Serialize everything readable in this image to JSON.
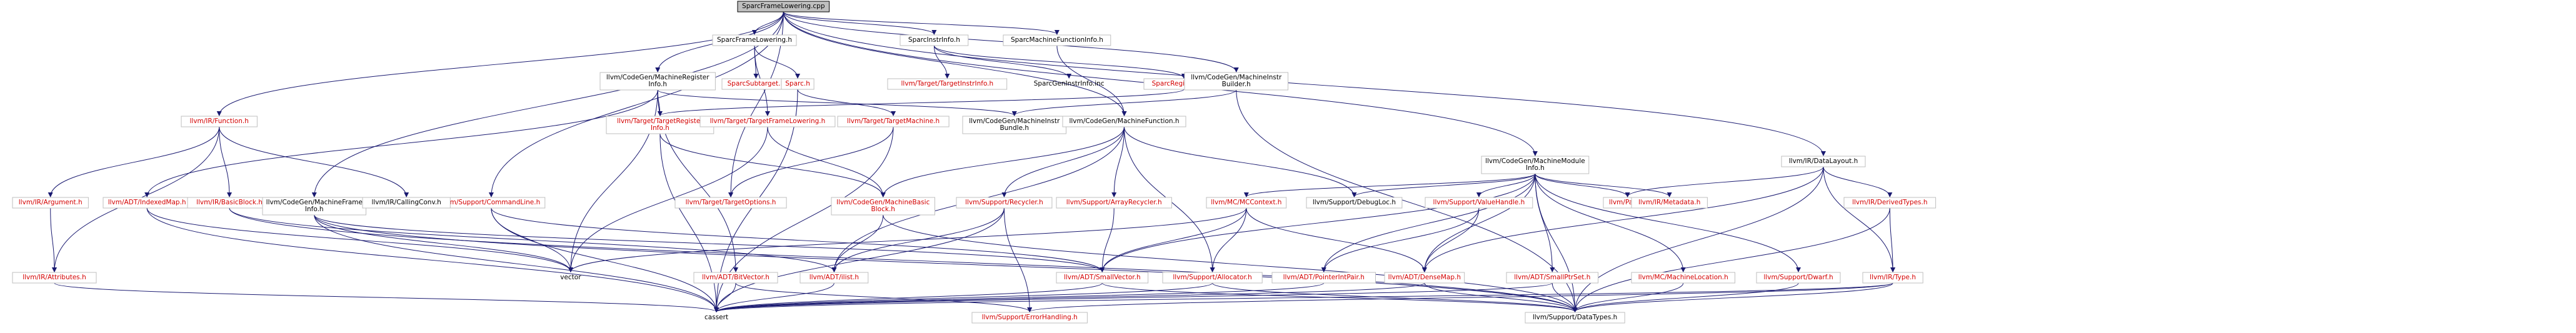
{
  "title": "SparcFrameLowering.cpp",
  "colors": {
    "edge": "#191970",
    "red_text": "#d40000",
    "black_text": "#000000",
    "root_fill": "#bfbfbf",
    "box_border": "#bfbfbf"
  },
  "nodes": [
    {
      "id": "root",
      "lines": [
        "SparcFrameLowering.cpp"
      ],
      "kind": "root"
    },
    {
      "id": "sfl_h",
      "lines": [
        "SparcFrameLowering.h"
      ],
      "kind": "black"
    },
    {
      "id": "sii_h",
      "lines": [
        "SparcInstrInfo.h"
      ],
      "kind": "black"
    },
    {
      "id": "smfi_h",
      "lines": [
        "SparcMachineFunctionInfo.h"
      ],
      "kind": "black"
    },
    {
      "id": "ir_function",
      "lines": [
        "llvm/IR/Function.h"
      ],
      "kind": "red"
    },
    {
      "id": "mri_h",
      "lines": [
        "llvm/CodeGen/MachineRegister",
        "Info.h"
      ],
      "kind": "black"
    },
    {
      "id": "ssubtarget",
      "lines": [
        "SparcSubtarget.h"
      ],
      "kind": "red"
    },
    {
      "id": "sparc_h",
      "lines": [
        "Sparc.h"
      ],
      "kind": "red"
    },
    {
      "id": "target_instrinfo",
      "lines": [
        "llvm/Target/TargetInstrInfo.h"
      ],
      "kind": "red"
    },
    {
      "id": "sgeninstr",
      "lines": [
        "SparcGenInstrInfo.inc"
      ],
      "kind": "plain"
    },
    {
      "id": "sreginfo",
      "lines": [
        "SparcRegisterInfo.h"
      ],
      "kind": "red"
    },
    {
      "id": "mib_h",
      "lines": [
        "llvm/CodeGen/MachineInstr",
        "Builder.h"
      ],
      "kind": "black"
    },
    {
      "id": "mmi_h",
      "lines": [
        "llvm/CodeGen/MachineModule",
        "Info.h"
      ],
      "kind": "black"
    },
    {
      "id": "datalayout",
      "lines": [
        "llvm/IR/DataLayout.h"
      ],
      "kind": "black"
    },
    {
      "id": "ir_argument",
      "lines": [
        "llvm/IR/Argument.h"
      ],
      "kind": "red"
    },
    {
      "id": "indexedmap",
      "lines": [
        "llvm/ADT/IndexedMap.h"
      ],
      "kind": "red"
    },
    {
      "id": "basicblock",
      "lines": [
        "llvm/IR/BasicBlock.h"
      ],
      "kind": "red"
    },
    {
      "id": "mfi_h",
      "lines": [
        "llvm/CodeGen/MachineFrame",
        "Info.h"
      ],
      "kind": "black"
    },
    {
      "id": "commandline",
      "lines": [
        "llvm/Support/CommandLine.h"
      ],
      "kind": "red"
    },
    {
      "id": "callingconv",
      "lines": [
        "llvm/IR/CallingConv.h"
      ],
      "kind": "black"
    },
    {
      "id": "target_reginfo",
      "lines": [
        "llvm/Target/TargetRegister",
        "Info.h"
      ],
      "kind": "red"
    },
    {
      "id": "target_framelowering",
      "lines": [
        "llvm/Target/TargetFrameLowering.h"
      ],
      "kind": "red"
    },
    {
      "id": "target_machine",
      "lines": [
        "llvm/Target/TargetMachine.h"
      ],
      "kind": "red"
    },
    {
      "id": "mib_bundle",
      "lines": [
        "llvm/CodeGen/MachineInstr",
        "Bundle.h"
      ],
      "kind": "black"
    },
    {
      "id": "mf_h",
      "lines": [
        "llvm/CodeGen/MachineFunction.h"
      ],
      "kind": "black"
    },
    {
      "id": "target_options",
      "lines": [
        "llvm/Target/TargetOptions.h"
      ],
      "kind": "red"
    },
    {
      "id": "mbb_h",
      "lines": [
        "llvm/CodeGen/MachineBasic",
        "Block.h"
      ],
      "kind": "red"
    },
    {
      "id": "recycler",
      "lines": [
        "llvm/Support/Recycler.h"
      ],
      "kind": "red"
    },
    {
      "id": "arrayrecycler",
      "lines": [
        "llvm/Support/ArrayRecycler.h"
      ],
      "kind": "red"
    },
    {
      "id": "mccontext",
      "lines": [
        "llvm/MC/MCContext.h"
      ],
      "kind": "red"
    },
    {
      "id": "debugloc",
      "lines": [
        "llvm/Support/DebugLoc.h"
      ],
      "kind": "black"
    },
    {
      "id": "valuehandle",
      "lines": [
        "llvm/Support/ValueHandle.h"
      ],
      "kind": "red"
    },
    {
      "id": "pass_h",
      "lines": [
        "llvm/Pass.h"
      ],
      "kind": "red"
    },
    {
      "id": "metadata",
      "lines": [
        "llvm/IR/Metadata.h"
      ],
      "kind": "red"
    },
    {
      "id": "derivedtypes",
      "lines": [
        "llvm/IR/DerivedTypes.h"
      ],
      "kind": "red"
    },
    {
      "id": "attributes",
      "lines": [
        "llvm/IR/Attributes.h"
      ],
      "kind": "red"
    },
    {
      "id": "vector",
      "lines": [
        "vector"
      ],
      "kind": "plain"
    },
    {
      "id": "bitvector",
      "lines": [
        "llvm/ADT/BitVector.h"
      ],
      "kind": "red"
    },
    {
      "id": "ilist",
      "lines": [
        "llvm/ADT/ilist.h"
      ],
      "kind": "red"
    },
    {
      "id": "smallvector",
      "lines": [
        "llvm/ADT/SmallVector.h"
      ],
      "kind": "red"
    },
    {
      "id": "allocator",
      "lines": [
        "llvm/Support/Allocator.h"
      ],
      "kind": "red"
    },
    {
      "id": "pointerintpair",
      "lines": [
        "llvm/ADT/PointerIntPair.h"
      ],
      "kind": "red"
    },
    {
      "id": "densemap",
      "lines": [
        "llvm/ADT/DenseMap.h"
      ],
      "kind": "red"
    },
    {
      "id": "smallptrset",
      "lines": [
        "llvm/ADT/SmallPtrSet.h"
      ],
      "kind": "red"
    },
    {
      "id": "mclocation",
      "lines": [
        "llvm/MC/MachineLocation.h"
      ],
      "kind": "red"
    },
    {
      "id": "dwarf",
      "lines": [
        "llvm/Support/Dwarf.h"
      ],
      "kind": "red"
    },
    {
      "id": "ir_type",
      "lines": [
        "llvm/IR/Type.h"
      ],
      "kind": "red"
    },
    {
      "id": "cassert",
      "lines": [
        "cassert"
      ],
      "kind": "plain"
    },
    {
      "id": "errorhandling",
      "lines": [
        "llvm/Support/ErrorHandling.h"
      ],
      "kind": "red"
    },
    {
      "id": "datatypes",
      "lines": [
        "llvm/Support/DataTypes.h"
      ],
      "kind": "black"
    }
  ],
  "edges": [
    [
      "root",
      "sfl_h"
    ],
    [
      "root",
      "sii_h"
    ],
    [
      "root",
      "smfi_h"
    ],
    [
      "root",
      "ir_function"
    ],
    [
      "root",
      "mri_h"
    ],
    [
      "root",
      "mib_h"
    ],
    [
      "root",
      "mmi_h"
    ],
    [
      "root",
      "datalayout"
    ],
    [
      "root",
      "mfi_h"
    ],
    [
      "root",
      "commandline"
    ],
    [
      "root",
      "target_options"
    ],
    [
      "root",
      "mf_h"
    ],
    [
      "sfl_h",
      "ssubtarget"
    ],
    [
      "sfl_h",
      "sparc_h"
    ],
    [
      "sfl_h",
      "target_framelowering"
    ],
    [
      "sii_h",
      "target_instrinfo"
    ],
    [
      "sii_h",
      "sgeninstr"
    ],
    [
      "sii_h",
      "sreginfo"
    ],
    [
      "smfi_h",
      "mf_h"
    ],
    [
      "sparc_h",
      "target_machine"
    ],
    [
      "sparc_h",
      "cassert"
    ],
    [
      "sreginfo",
      "target_reginfo"
    ],
    [
      "mib_h",
      "mib_bundle"
    ],
    [
      "mib_h",
      "datatypes"
    ],
    [
      "mri_h",
      "target_reginfo"
    ],
    [
      "mri_h",
      "indexedmap"
    ],
    [
      "mri_h",
      "bitvector"
    ],
    [
      "mri_h",
      "mib_bundle"
    ],
    [
      "mri_h",
      "vector"
    ],
    [
      "ir_function",
      "ir_argument"
    ],
    [
      "ir_function",
      "basicblock"
    ],
    [
      "ir_function",
      "callingconv"
    ],
    [
      "ir_function",
      "attributes"
    ],
    [
      "ir_argument",
      "attributes"
    ],
    [
      "basicblock",
      "ilist"
    ],
    [
      "basicblock",
      "datatypes"
    ],
    [
      "indexedmap",
      "cassert"
    ],
    [
      "indexedmap",
      "vector"
    ],
    [
      "mfi_h",
      "smallvector"
    ],
    [
      "mfi_h",
      "cassert"
    ],
    [
      "mfi_h",
      "vector"
    ],
    [
      "mfi_h",
      "datatypes"
    ],
    [
      "commandline",
      "smallvector"
    ],
    [
      "commandline",
      "cassert"
    ],
    [
      "commandline",
      "vector"
    ],
    [
      "target_reginfo",
      "mbb_h"
    ],
    [
      "target_reginfo",
      "cassert"
    ],
    [
      "target_framelowering",
      "mbb_h"
    ],
    [
      "target_framelowering",
      "vector"
    ],
    [
      "target_machine",
      "target_options"
    ],
    [
      "target_machine",
      "cassert"
    ],
    [
      "mib_bundle",
      "mf_h"
    ],
    [
      "mf_h",
      "mbb_h"
    ],
    [
      "mf_h",
      "recycler"
    ],
    [
      "mf_h",
      "arrayrecycler"
    ],
    [
      "mf_h",
      "debugloc"
    ],
    [
      "mf_h",
      "allocator"
    ],
    [
      "mf_h",
      "ilist"
    ],
    [
      "mbb_h",
      "ilist"
    ],
    [
      "mbb_h",
      "datatypes"
    ],
    [
      "recycler",
      "ilist"
    ],
    [
      "recycler",
      "errorhandling"
    ],
    [
      "recycler",
      "cassert"
    ],
    [
      "arrayrecycler",
      "smallvector"
    ],
    [
      "mmi_h",
      "mccontext"
    ],
    [
      "mmi_h",
      "pass_h"
    ],
    [
      "mmi_h",
      "metadata"
    ],
    [
      "mmi_h",
      "valuehandle"
    ],
    [
      "mmi_h",
      "debugloc"
    ],
    [
      "mmi_h",
      "mclocation"
    ],
    [
      "mmi_h",
      "dwarf"
    ],
    [
      "mmi_h",
      "smallptrset"
    ],
    [
      "mmi_h",
      "densemap"
    ],
    [
      "mmi_h",
      "pointerintpair"
    ],
    [
      "mmi_h",
      "datatypes"
    ],
    [
      "mmi_h",
      "smallvector"
    ],
    [
      "mccontext",
      "smallvector"
    ],
    [
      "mccontext",
      "allocator"
    ],
    [
      "mccontext",
      "densemap"
    ],
    [
      "mccontext",
      "vector"
    ],
    [
      "valuehandle",
      "pointerintpair"
    ],
    [
      "valuehandle",
      "densemap"
    ],
    [
      "datalayout",
      "pass_h"
    ],
    [
      "datalayout",
      "derivedtypes"
    ],
    [
      "datalayout",
      "ir_type"
    ],
    [
      "datalayout",
      "densemap"
    ],
    [
      "datalayout",
      "datatypes"
    ],
    [
      "derivedtypes",
      "ir_type"
    ],
    [
      "derivedtypes",
      "datatypes"
    ],
    [
      "ir_type",
      "cassert"
    ],
    [
      "ir_type",
      "errorhandling"
    ],
    [
      "ir_type",
      "datatypes"
    ],
    [
      "attributes",
      "cassert"
    ],
    [
      "bitvector",
      "cassert"
    ],
    [
      "bitvector",
      "errorhandling"
    ],
    [
      "ilist",
      "cassert"
    ],
    [
      "smallvector",
      "cassert"
    ],
    [
      "smallvector",
      "datatypes"
    ],
    [
      "allocator",
      "cassert"
    ],
    [
      "allocator",
      "datatypes"
    ],
    [
      "pointerintpair",
      "cassert"
    ],
    [
      "densemap",
      "cassert"
    ],
    [
      "densemap",
      "datatypes"
    ],
    [
      "smallptrset",
      "cassert"
    ],
    [
      "smallptrset",
      "datatypes"
    ],
    [
      "mclocation",
      "datatypes"
    ],
    [
      "dwarf",
      "datatypes"
    ]
  ]
}
